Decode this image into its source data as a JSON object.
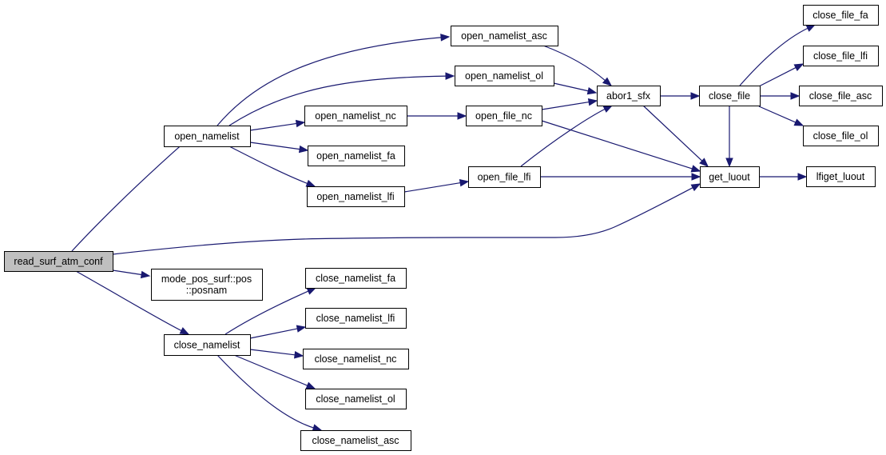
{
  "graph": {
    "nodes": [
      {
        "id": "read_surf_atm_conf",
        "lines": [
          "read_surf_atm_conf"
        ],
        "root": true
      },
      {
        "id": "open_namelist",
        "lines": [
          "open_namelist"
        ]
      },
      {
        "id": "close_namelist",
        "lines": [
          "close_namelist"
        ]
      },
      {
        "id": "mode_pos_surf_posnam",
        "lines": [
          "mode_pos_surf::pos",
          "::posnam"
        ]
      },
      {
        "id": "get_luout",
        "lines": [
          "get_luout"
        ]
      },
      {
        "id": "open_namelist_asc",
        "lines": [
          "open_namelist_asc"
        ]
      },
      {
        "id": "open_namelist_ol",
        "lines": [
          "open_namelist_ol"
        ]
      },
      {
        "id": "open_namelist_nc",
        "lines": [
          "open_namelist_nc"
        ]
      },
      {
        "id": "open_namelist_fa",
        "lines": [
          "open_namelist_fa"
        ]
      },
      {
        "id": "open_namelist_lfi",
        "lines": [
          "open_namelist_lfi"
        ]
      },
      {
        "id": "open_file_nc",
        "lines": [
          "open_file_nc"
        ]
      },
      {
        "id": "open_file_lfi",
        "lines": [
          "open_file_lfi"
        ]
      },
      {
        "id": "abor1_sfx",
        "lines": [
          "abor1_sfx"
        ]
      },
      {
        "id": "close_file",
        "lines": [
          "close_file"
        ]
      },
      {
        "id": "close_file_fa",
        "lines": [
          "close_file_fa"
        ]
      },
      {
        "id": "close_file_lfi",
        "lines": [
          "close_file_lfi"
        ]
      },
      {
        "id": "close_file_asc",
        "lines": [
          "close_file_asc"
        ]
      },
      {
        "id": "close_file_ol",
        "lines": [
          "close_file_ol"
        ]
      },
      {
        "id": "lfiget_luout",
        "lines": [
          "lfiget_luout"
        ]
      },
      {
        "id": "close_namelist_fa",
        "lines": [
          "close_namelist_fa"
        ]
      },
      {
        "id": "close_namelist_lfi",
        "lines": [
          "close_namelist_lfi"
        ]
      },
      {
        "id": "close_namelist_nc",
        "lines": [
          "close_namelist_nc"
        ]
      },
      {
        "id": "close_namelist_ol",
        "lines": [
          "close_namelist_ol"
        ]
      },
      {
        "id": "close_namelist_asc",
        "lines": [
          "close_namelist_asc"
        ]
      }
    ],
    "edges": [
      {
        "from": "read_surf_atm_conf",
        "to": "open_namelist"
      },
      {
        "from": "read_surf_atm_conf",
        "to": "get_luout"
      },
      {
        "from": "read_surf_atm_conf",
        "to": "mode_pos_surf_posnam"
      },
      {
        "from": "read_surf_atm_conf",
        "to": "close_namelist"
      },
      {
        "from": "open_namelist",
        "to": "open_namelist_asc"
      },
      {
        "from": "open_namelist",
        "to": "open_namelist_ol"
      },
      {
        "from": "open_namelist",
        "to": "open_namelist_nc"
      },
      {
        "from": "open_namelist",
        "to": "open_namelist_fa"
      },
      {
        "from": "open_namelist",
        "to": "open_namelist_lfi"
      },
      {
        "from": "open_namelist_asc",
        "to": "abor1_sfx"
      },
      {
        "from": "open_namelist_ol",
        "to": "abor1_sfx"
      },
      {
        "from": "open_namelist_nc",
        "to": "open_file_nc"
      },
      {
        "from": "open_namelist_lfi",
        "to": "open_file_lfi"
      },
      {
        "from": "open_file_nc",
        "to": "abor1_sfx"
      },
      {
        "from": "open_file_nc",
        "to": "get_luout"
      },
      {
        "from": "open_file_lfi",
        "to": "abor1_sfx"
      },
      {
        "from": "open_file_lfi",
        "to": "get_luout"
      },
      {
        "from": "abor1_sfx",
        "to": "close_file"
      },
      {
        "from": "abor1_sfx",
        "to": "get_luout"
      },
      {
        "from": "close_file",
        "to": "close_file_fa"
      },
      {
        "from": "close_file",
        "to": "close_file_lfi"
      },
      {
        "from": "close_file",
        "to": "close_file_asc"
      },
      {
        "from": "close_file",
        "to": "close_file_ol"
      },
      {
        "from": "close_file",
        "to": "get_luout"
      },
      {
        "from": "get_luout",
        "to": "lfiget_luout"
      },
      {
        "from": "close_namelist",
        "to": "close_namelist_fa"
      },
      {
        "from": "close_namelist",
        "to": "close_namelist_lfi"
      },
      {
        "from": "close_namelist",
        "to": "close_namelist_nc"
      },
      {
        "from": "close_namelist",
        "to": "close_namelist_ol"
      },
      {
        "from": "close_namelist",
        "to": "close_namelist_asc"
      }
    ]
  }
}
